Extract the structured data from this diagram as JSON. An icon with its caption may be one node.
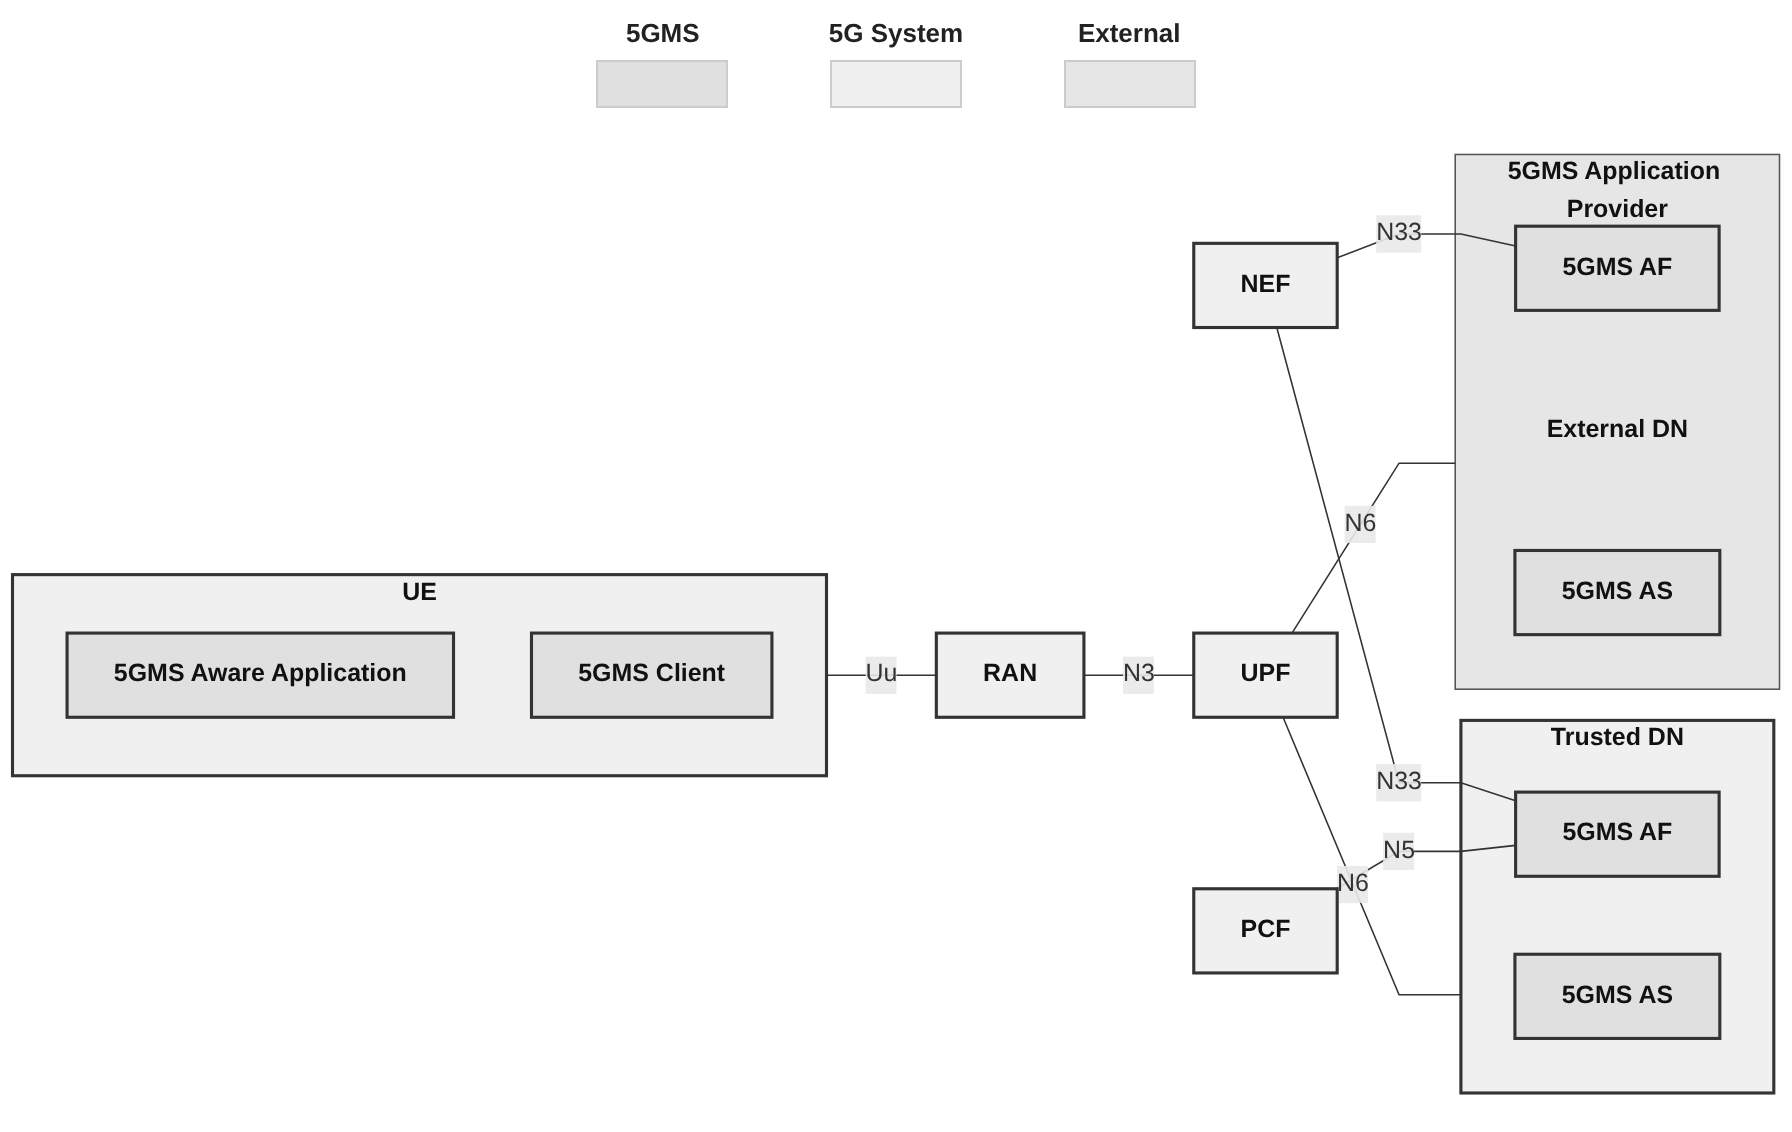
{
  "diagram": {
    "nodes": [
      {
        "text": [
          "UE"
        ]
      },
      {
        "text": [
          "5GMS Aware Application"
        ],
        "in": 0
      },
      {
        "text": [
          "5GMS Client"
        ],
        "in": 0
      },
      {
        "text": [
          "NEF"
        ]
      },
      {
        "text": [
          "PCF"
        ]
      },
      {
        "text": [
          "Trusted DN"
        ]
      },
      {
        "text": [
          "5GMS AF"
        ],
        "in": 5
      },
      {
        "text": [
          "5GMS AS"
        ],
        "in": 5
      },
      {
        "text": [
          "RAN"
        ]
      },
      {
        "text": [
          "UPF"
        ]
      },
      {
        "text": [
          "5GMS Application Provider",
          "External DN"
        ]
      },
      {
        "text": [
          "5GMS AF"
        ],
        "in": 10
      },
      {
        "text": [
          "5GMS AS"
        ],
        "in": 10
      }
    ],
    "edges": [
      {
        "from": 0,
        "to": 8,
        "arrow": "none",
        "label": "Uu"
      },
      {
        "from": 8,
        "to": 9,
        "arrow": "none",
        "label": "N3"
      },
      {
        "from": 9,
        "to": 5,
        "arrow": "none",
        "label": "N6"
      },
      {
        "from": 9,
        "to": 10,
        "arrow": "none",
        "label": "N6"
      },
      {
        "from": 3,
        "to": 11,
        "arrow": "none",
        "label": "N33"
      },
      {
        "from": 3,
        "to": 6,
        "arrow": "none",
        "label": "N33"
      },
      {
        "from": 4,
        "to": 6,
        "arrow": "none",
        "label": "N5"
      }
    ],
    "legend": [
      {
        "text": "5GMS",
        "color": "#e0e0e0"
      },
      {
        "text": "5G System",
        "color": "#f0f0f0"
      },
      {
        "text": "External",
        "color": "#e6e6e6"
      }
    ]
  }
}
